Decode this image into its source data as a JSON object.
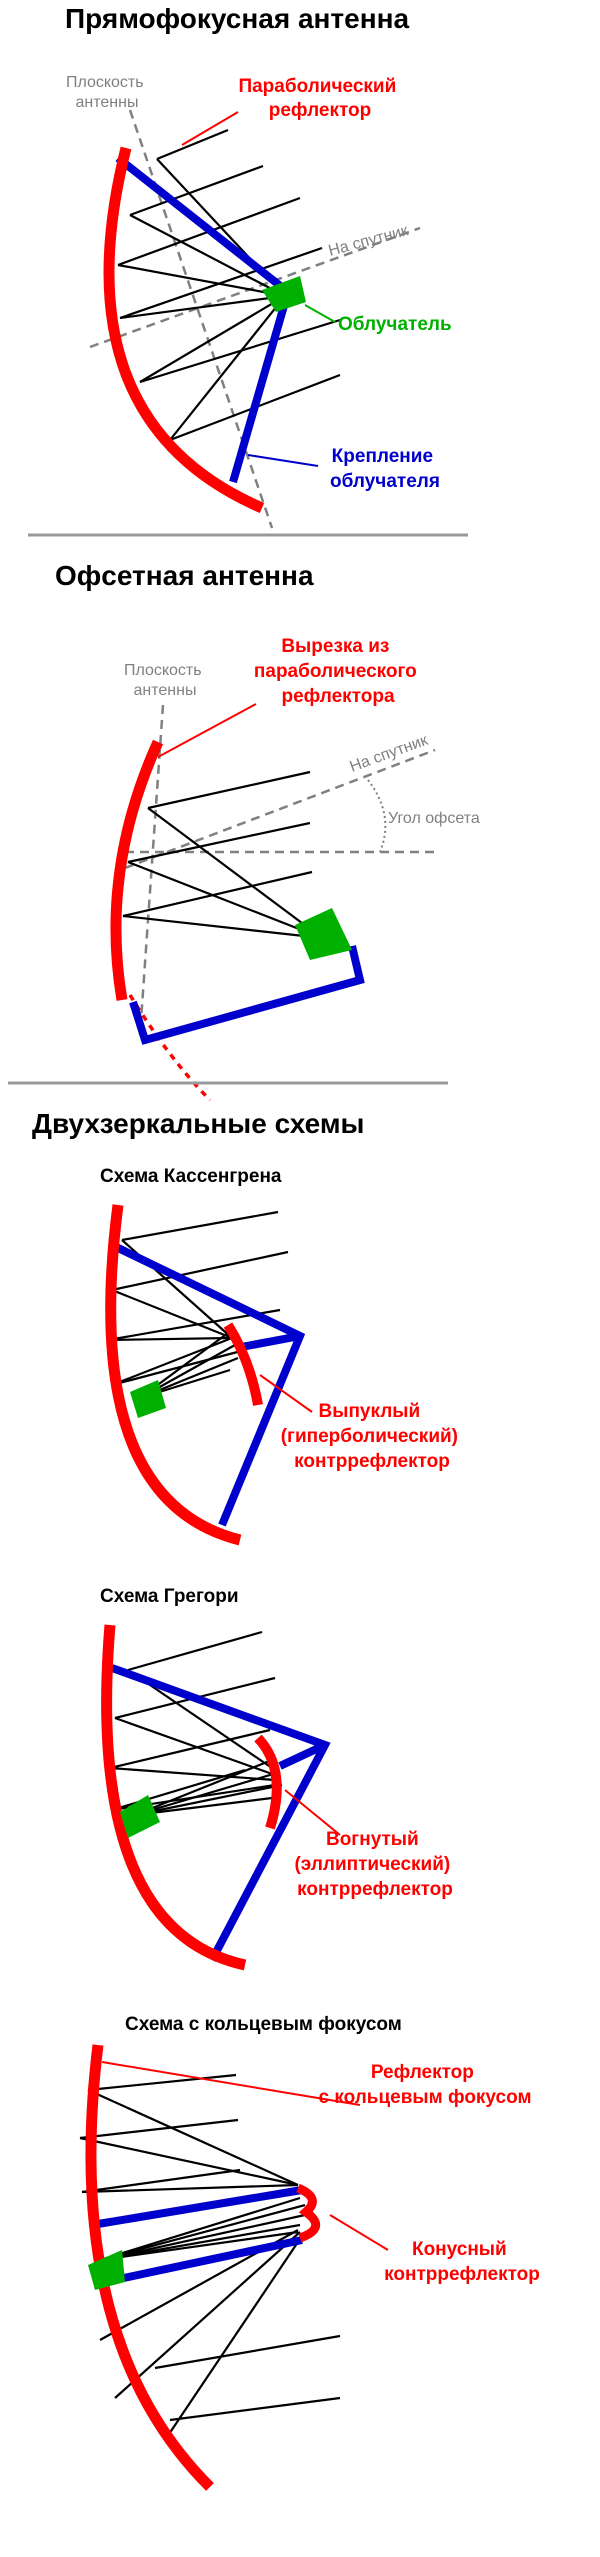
{
  "sections": {
    "prime_focus": {
      "title": "Прямофокусная антенна",
      "labels": {
        "antenna_plane": [
          "Плоскость",
          "антенны"
        ],
        "reflector": [
          "Параболический",
          "рефлектор"
        ],
        "to_satellite": "На спутник",
        "feed": "Облучатель",
        "feed_mount": [
          "Крепление",
          "облучателя"
        ]
      }
    },
    "offset": {
      "title": "Офсетная антенна",
      "labels": {
        "antenna_plane": [
          "Плоскость",
          "антенны"
        ],
        "cutout": [
          "Вырезка из",
          "параболического",
          "рефлектора"
        ],
        "to_satellite": "На спутник",
        "offset_angle": "Угол офсета"
      }
    },
    "dual_reflector": {
      "title": "Двухзеркальные схемы",
      "cassegrain": {
        "title": "Схема Кассенгрена",
        "labels": {
          "subreflector": [
            "Выпуклый",
            "(гиперболический)",
            "контррефлектор"
          ]
        }
      },
      "gregorian": {
        "title": "Схема Грегори",
        "labels": {
          "subreflector": [
            "Вогнутый",
            "(эллиптический)",
            "контррефлектор"
          ]
        }
      },
      "ring_focus": {
        "title": "Схема с кольцевым фокусом",
        "labels": {
          "reflector": [
            "Рефлектор",
            "с кольцевым фокусом"
          ],
          "subreflector": [
            "Конусный",
            "контррефлектор"
          ]
        }
      }
    }
  },
  "colors": {
    "reflector": "#ff0000",
    "feed": "#00b000",
    "support": "#0000cc",
    "guide": "#808080"
  }
}
